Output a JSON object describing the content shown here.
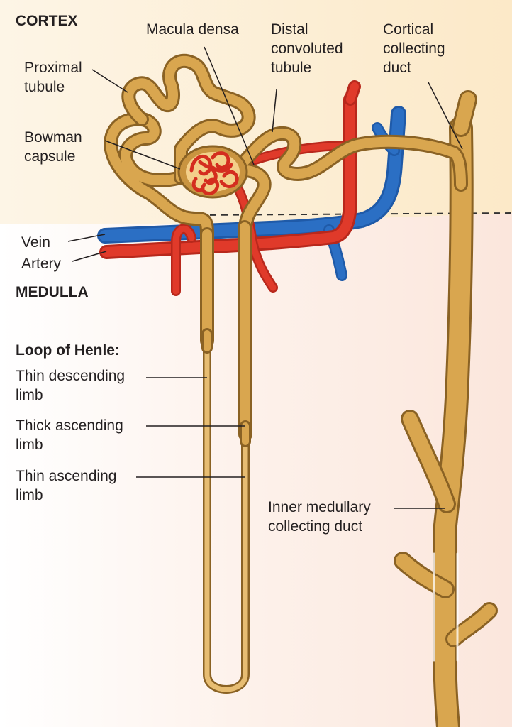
{
  "regions": {
    "cortex": "CORTEX",
    "medulla": "MEDULLA"
  },
  "labels": {
    "macula_densa": "Macula densa",
    "distal_tubule": "Distal\nconvoluted\ntubule",
    "cortical_duct": "Cortical\ncollecting\nduct",
    "proximal_tubule": "Proximal\ntubule",
    "bowman_capsule": "Bowman\ncapsule",
    "vein": "Vein",
    "artery": "Artery",
    "loop_heading": "Loop of Henle:",
    "thin_descending": "Thin descending\nlimb",
    "thick_ascending": "Thick ascending\nlimb",
    "thin_ascending": "Thin ascending\nlimb",
    "inner_duct": "Inner medullary\ncollecting duct"
  },
  "colors": {
    "cortex_bg": "#fdf0d8",
    "medulla_bg": "#fceee6",
    "tubule": "#d9a64f",
    "tubule_edge": "#8a6224",
    "artery": "#e03a2a",
    "vein": "#2b6fc4",
    "label_text": "#231f20"
  }
}
